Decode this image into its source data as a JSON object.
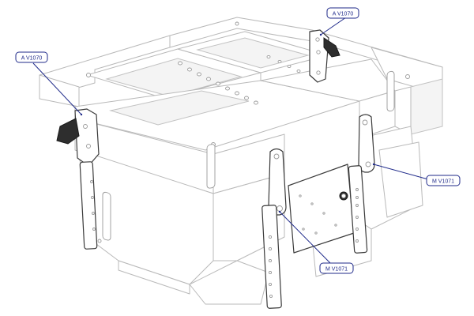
{
  "callouts": [
    {
      "id": "a-v1070-top",
      "label": "A V1070"
    },
    {
      "id": "a-v1070-left",
      "label": "A V1070"
    },
    {
      "id": "m-v1071-right",
      "label": "M V1071"
    },
    {
      "id": "m-v1071-bottom",
      "label": "M V1071"
    }
  ],
  "colors": {
    "leader": "#1f2a8a",
    "frame_line": "#b9b9b9",
    "part_line": "#3a3a3a"
  }
}
